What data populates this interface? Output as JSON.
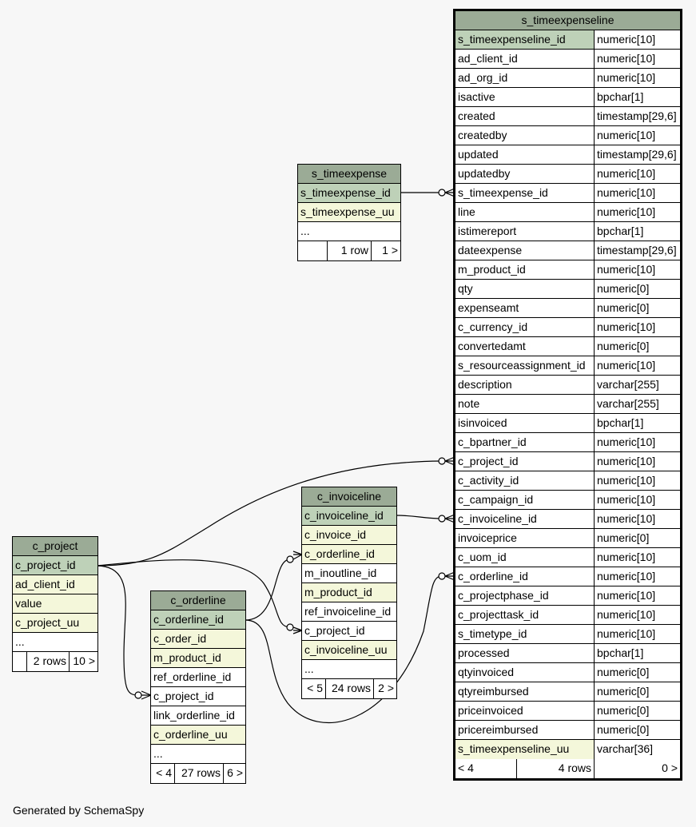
{
  "footer": "Generated by SchemaSpy",
  "tables": {
    "s_timeexpenseline": {
      "name": "s_timeexpenseline",
      "columns": [
        {
          "name": "s_timeexpenseline_id",
          "type": "numeric[10]",
          "kind": "pk"
        },
        {
          "name": "ad_client_id",
          "type": "numeric[10]",
          "kind": "plain"
        },
        {
          "name": "ad_org_id",
          "type": "numeric[10]",
          "kind": "plain"
        },
        {
          "name": "isactive",
          "type": "bpchar[1]",
          "kind": "plain"
        },
        {
          "name": "created",
          "type": "timestamp[29,6]",
          "kind": "plain"
        },
        {
          "name": "createdby",
          "type": "numeric[10]",
          "kind": "plain"
        },
        {
          "name": "updated",
          "type": "timestamp[29,6]",
          "kind": "plain"
        },
        {
          "name": "updatedby",
          "type": "numeric[10]",
          "kind": "plain"
        },
        {
          "name": "s_timeexpense_id",
          "type": "numeric[10]",
          "kind": "plain"
        },
        {
          "name": "line",
          "type": "numeric[10]",
          "kind": "plain"
        },
        {
          "name": "istimereport",
          "type": "bpchar[1]",
          "kind": "plain"
        },
        {
          "name": "dateexpense",
          "type": "timestamp[29,6]",
          "kind": "plain"
        },
        {
          "name": "m_product_id",
          "type": "numeric[10]",
          "kind": "plain"
        },
        {
          "name": "qty",
          "type": "numeric[0]",
          "kind": "plain"
        },
        {
          "name": "expenseamt",
          "type": "numeric[0]",
          "kind": "plain"
        },
        {
          "name": "c_currency_id",
          "type": "numeric[10]",
          "kind": "plain"
        },
        {
          "name": "convertedamt",
          "type": "numeric[0]",
          "kind": "plain"
        },
        {
          "name": "s_resourceassignment_id",
          "type": "numeric[10]",
          "kind": "plain"
        },
        {
          "name": "description",
          "type": "varchar[255]",
          "kind": "plain"
        },
        {
          "name": "note",
          "type": "varchar[255]",
          "kind": "plain"
        },
        {
          "name": "isinvoiced",
          "type": "bpchar[1]",
          "kind": "plain"
        },
        {
          "name": "c_bpartner_id",
          "type": "numeric[10]",
          "kind": "plain"
        },
        {
          "name": "c_project_id",
          "type": "numeric[10]",
          "kind": "plain"
        },
        {
          "name": "c_activity_id",
          "type": "numeric[10]",
          "kind": "plain"
        },
        {
          "name": "c_campaign_id",
          "type": "numeric[10]",
          "kind": "plain"
        },
        {
          "name": "c_invoiceline_id",
          "type": "numeric[10]",
          "kind": "plain"
        },
        {
          "name": "invoiceprice",
          "type": "numeric[0]",
          "kind": "plain"
        },
        {
          "name": "c_uom_id",
          "type": "numeric[10]",
          "kind": "plain"
        },
        {
          "name": "c_orderline_id",
          "type": "numeric[10]",
          "kind": "plain"
        },
        {
          "name": "c_projectphase_id",
          "type": "numeric[10]",
          "kind": "plain"
        },
        {
          "name": "c_projecttask_id",
          "type": "numeric[10]",
          "kind": "plain"
        },
        {
          "name": "s_timetype_id",
          "type": "numeric[10]",
          "kind": "plain"
        },
        {
          "name": "processed",
          "type": "bpchar[1]",
          "kind": "plain"
        },
        {
          "name": "qtyinvoiced",
          "type": "numeric[0]",
          "kind": "plain"
        },
        {
          "name": "qtyreimbursed",
          "type": "numeric[0]",
          "kind": "plain"
        },
        {
          "name": "priceinvoiced",
          "type": "numeric[0]",
          "kind": "plain"
        },
        {
          "name": "pricereimbursed",
          "type": "numeric[0]",
          "kind": "plain"
        },
        {
          "name": "s_timeexpenseline_uu",
          "type": "varchar[36]",
          "kind": "fk"
        }
      ],
      "footer": [
        "< 4",
        "4 rows",
        "0 >"
      ]
    },
    "s_timeexpense": {
      "name": "s_timeexpense",
      "columns": [
        {
          "name": "s_timeexpense_id",
          "kind": "pk"
        },
        {
          "name": "s_timeexpense_uu",
          "kind": "fk"
        },
        {
          "name": "...",
          "kind": "plain"
        }
      ],
      "footer": [
        "",
        "1 row",
        "1 >"
      ]
    },
    "c_invoiceline": {
      "name": "c_invoiceline",
      "columns": [
        {
          "name": "c_invoiceline_id",
          "kind": "pk"
        },
        {
          "name": "c_invoice_id",
          "kind": "fk"
        },
        {
          "name": "c_orderline_id",
          "kind": "fk"
        },
        {
          "name": "m_inoutline_id",
          "kind": "plain"
        },
        {
          "name": "m_product_id",
          "kind": "fk"
        },
        {
          "name": "ref_invoiceline_id",
          "kind": "plain"
        },
        {
          "name": "c_project_id",
          "kind": "plain"
        },
        {
          "name": "c_invoiceline_uu",
          "kind": "fk"
        },
        {
          "name": "...",
          "kind": "plain"
        }
      ],
      "footer": [
        "< 5",
        "24 rows",
        "2 >"
      ]
    },
    "c_project": {
      "name": "c_project",
      "columns": [
        {
          "name": "c_project_id",
          "kind": "pk"
        },
        {
          "name": "ad_client_id",
          "kind": "fk"
        },
        {
          "name": "value",
          "kind": "fk"
        },
        {
          "name": "c_project_uu",
          "kind": "fk"
        },
        {
          "name": "...",
          "kind": "plain"
        }
      ],
      "footer": [
        "",
        "2 rows",
        "10 >"
      ]
    },
    "c_orderline": {
      "name": "c_orderline",
      "columns": [
        {
          "name": "c_orderline_id",
          "kind": "pk"
        },
        {
          "name": "c_order_id",
          "kind": "fk"
        },
        {
          "name": "m_product_id",
          "kind": "fk"
        },
        {
          "name": "ref_orderline_id",
          "kind": "plain"
        },
        {
          "name": "c_project_id",
          "kind": "plain"
        },
        {
          "name": "link_orderline_id",
          "kind": "plain"
        },
        {
          "name": "c_orderline_uu",
          "kind": "fk"
        },
        {
          "name": "...",
          "kind": "plain"
        }
      ],
      "footer": [
        "< 4",
        "27 rows",
        "6 >"
      ]
    }
  },
  "relationships": [
    {
      "from": "s_timeexpense.s_timeexpense_id",
      "to": "s_timeexpenseline.s_timeexpense_id"
    },
    {
      "from": "c_project.c_project_id",
      "to": "s_timeexpenseline.c_project_id"
    },
    {
      "from": "c_invoiceline.c_invoiceline_id",
      "to": "s_timeexpenseline.c_invoiceline_id"
    },
    {
      "from": "c_orderline.c_orderline_id",
      "to": "s_timeexpenseline.c_orderline_id"
    },
    {
      "from": "c_orderline.c_orderline_id",
      "to": "c_invoiceline.c_orderline_id"
    },
    {
      "from": "c_project.c_project_id",
      "to": "c_invoiceline.c_project_id"
    },
    {
      "from": "c_project.c_project_id",
      "to": "c_orderline.c_project_id"
    }
  ]
}
